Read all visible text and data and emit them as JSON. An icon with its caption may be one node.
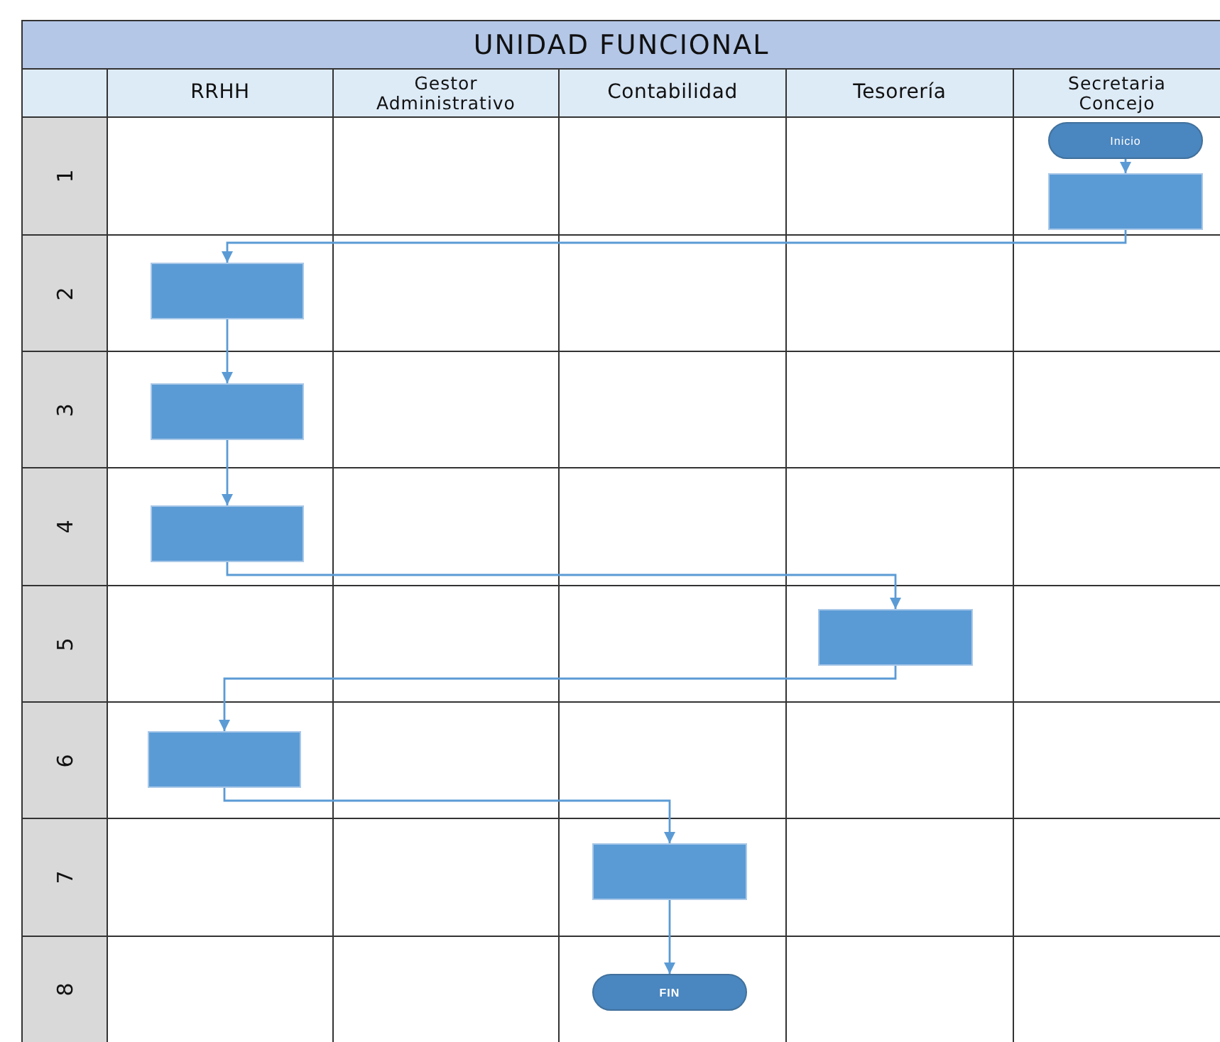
{
  "diagram": {
    "title": "UNIDAD FUNCIONAL",
    "nodes": [
      {
        "text": [
          "Inicio"
        ]
      },
      {
        "text": [],
        "shape": "box"
      },
      {
        "text": [],
        "shape": "box"
      },
      {
        "text": [],
        "shape": "box"
      },
      {
        "text": [],
        "shape": "box"
      },
      {
        "text": [],
        "shape": "box"
      },
      {
        "text": [],
        "shape": "box"
      },
      {
        "text": [],
        "shape": "box"
      },
      {
        "text": [
          "FIN"
        ]
      }
    ],
    "edges": [
      {
        "from": 0,
        "to": 1,
        "arrow": "to"
      },
      {
        "from": 1,
        "to": 2,
        "arrow": "to"
      },
      {
        "from": 2,
        "to": 3,
        "arrow": "to"
      },
      {
        "from": 3,
        "to": 4,
        "arrow": "to"
      },
      {
        "from": 4,
        "to": 5,
        "arrow": "to"
      },
      {
        "from": 5,
        "to": 6,
        "arrow": "to"
      },
      {
        "from": 6,
        "to": 7,
        "arrow": "to"
      },
      {
        "from": 7,
        "to": 8,
        "arrow": "to"
      }
    ],
    "labels": [
      "RRHH",
      "Gestor Administrativo",
      "Contabilidad",
      "Tesorería",
      "Secretaria Concejo",
      "1",
      "2",
      "3",
      "4",
      "5",
      "6",
      "7",
      "8"
    ]
  }
}
